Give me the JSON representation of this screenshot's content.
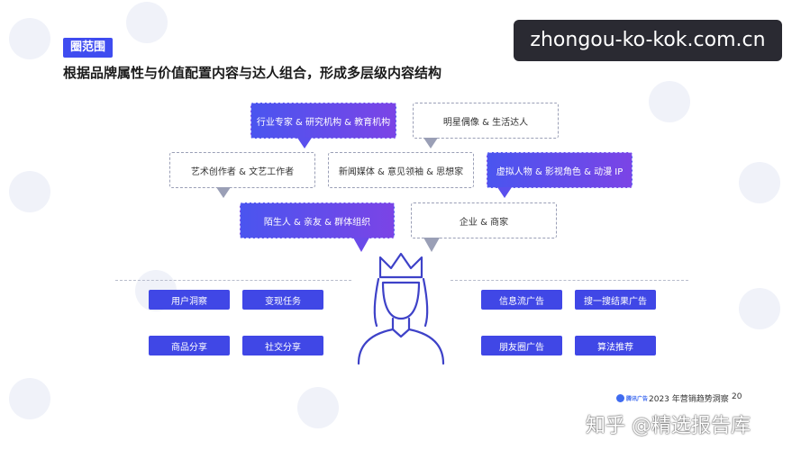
{
  "header": {
    "tag": "圈范围",
    "subtitle": "根据品牌属性与价值配置内容与达人组合，形成多层级内容结构"
  },
  "url_badge": "zhongou-ko-kok.com.cn",
  "bubbles": [
    {
      "label": "行业专家 & 研究机构 & 教育机构",
      "style": "blue"
    },
    {
      "label": "明星偶像 & 生活达人",
      "style": "white"
    },
    {
      "label": "艺术创作者 & 文艺工作者",
      "style": "white"
    },
    {
      "label": "新闻媒体 & 意见领袖 & 思想家",
      "style": "white"
    },
    {
      "label": "虚拟人物 & 影视角色 & 动漫 IP",
      "style": "blue"
    },
    {
      "label": "陌生人 & 亲友 & 群体组织",
      "style": "blue"
    },
    {
      "label": "企业 & 商家",
      "style": "white"
    }
  ],
  "left_buttons": [
    "用户洞察",
    "变现任务",
    "商品分享",
    "社交分享"
  ],
  "right_buttons": [
    "信息流广告",
    "搜一搜结果广告",
    "朋友圈广告",
    "算法推荐"
  ],
  "footer": {
    "logo_text": "腾讯广告",
    "report": "2023 年营销趋势洞察",
    "page": "20",
    "watermark": "知乎 @精选报告库"
  },
  "colors": {
    "accent": "#3f4cf0",
    "accent2": "#7b44e6",
    "figure": "#3e42c8"
  }
}
